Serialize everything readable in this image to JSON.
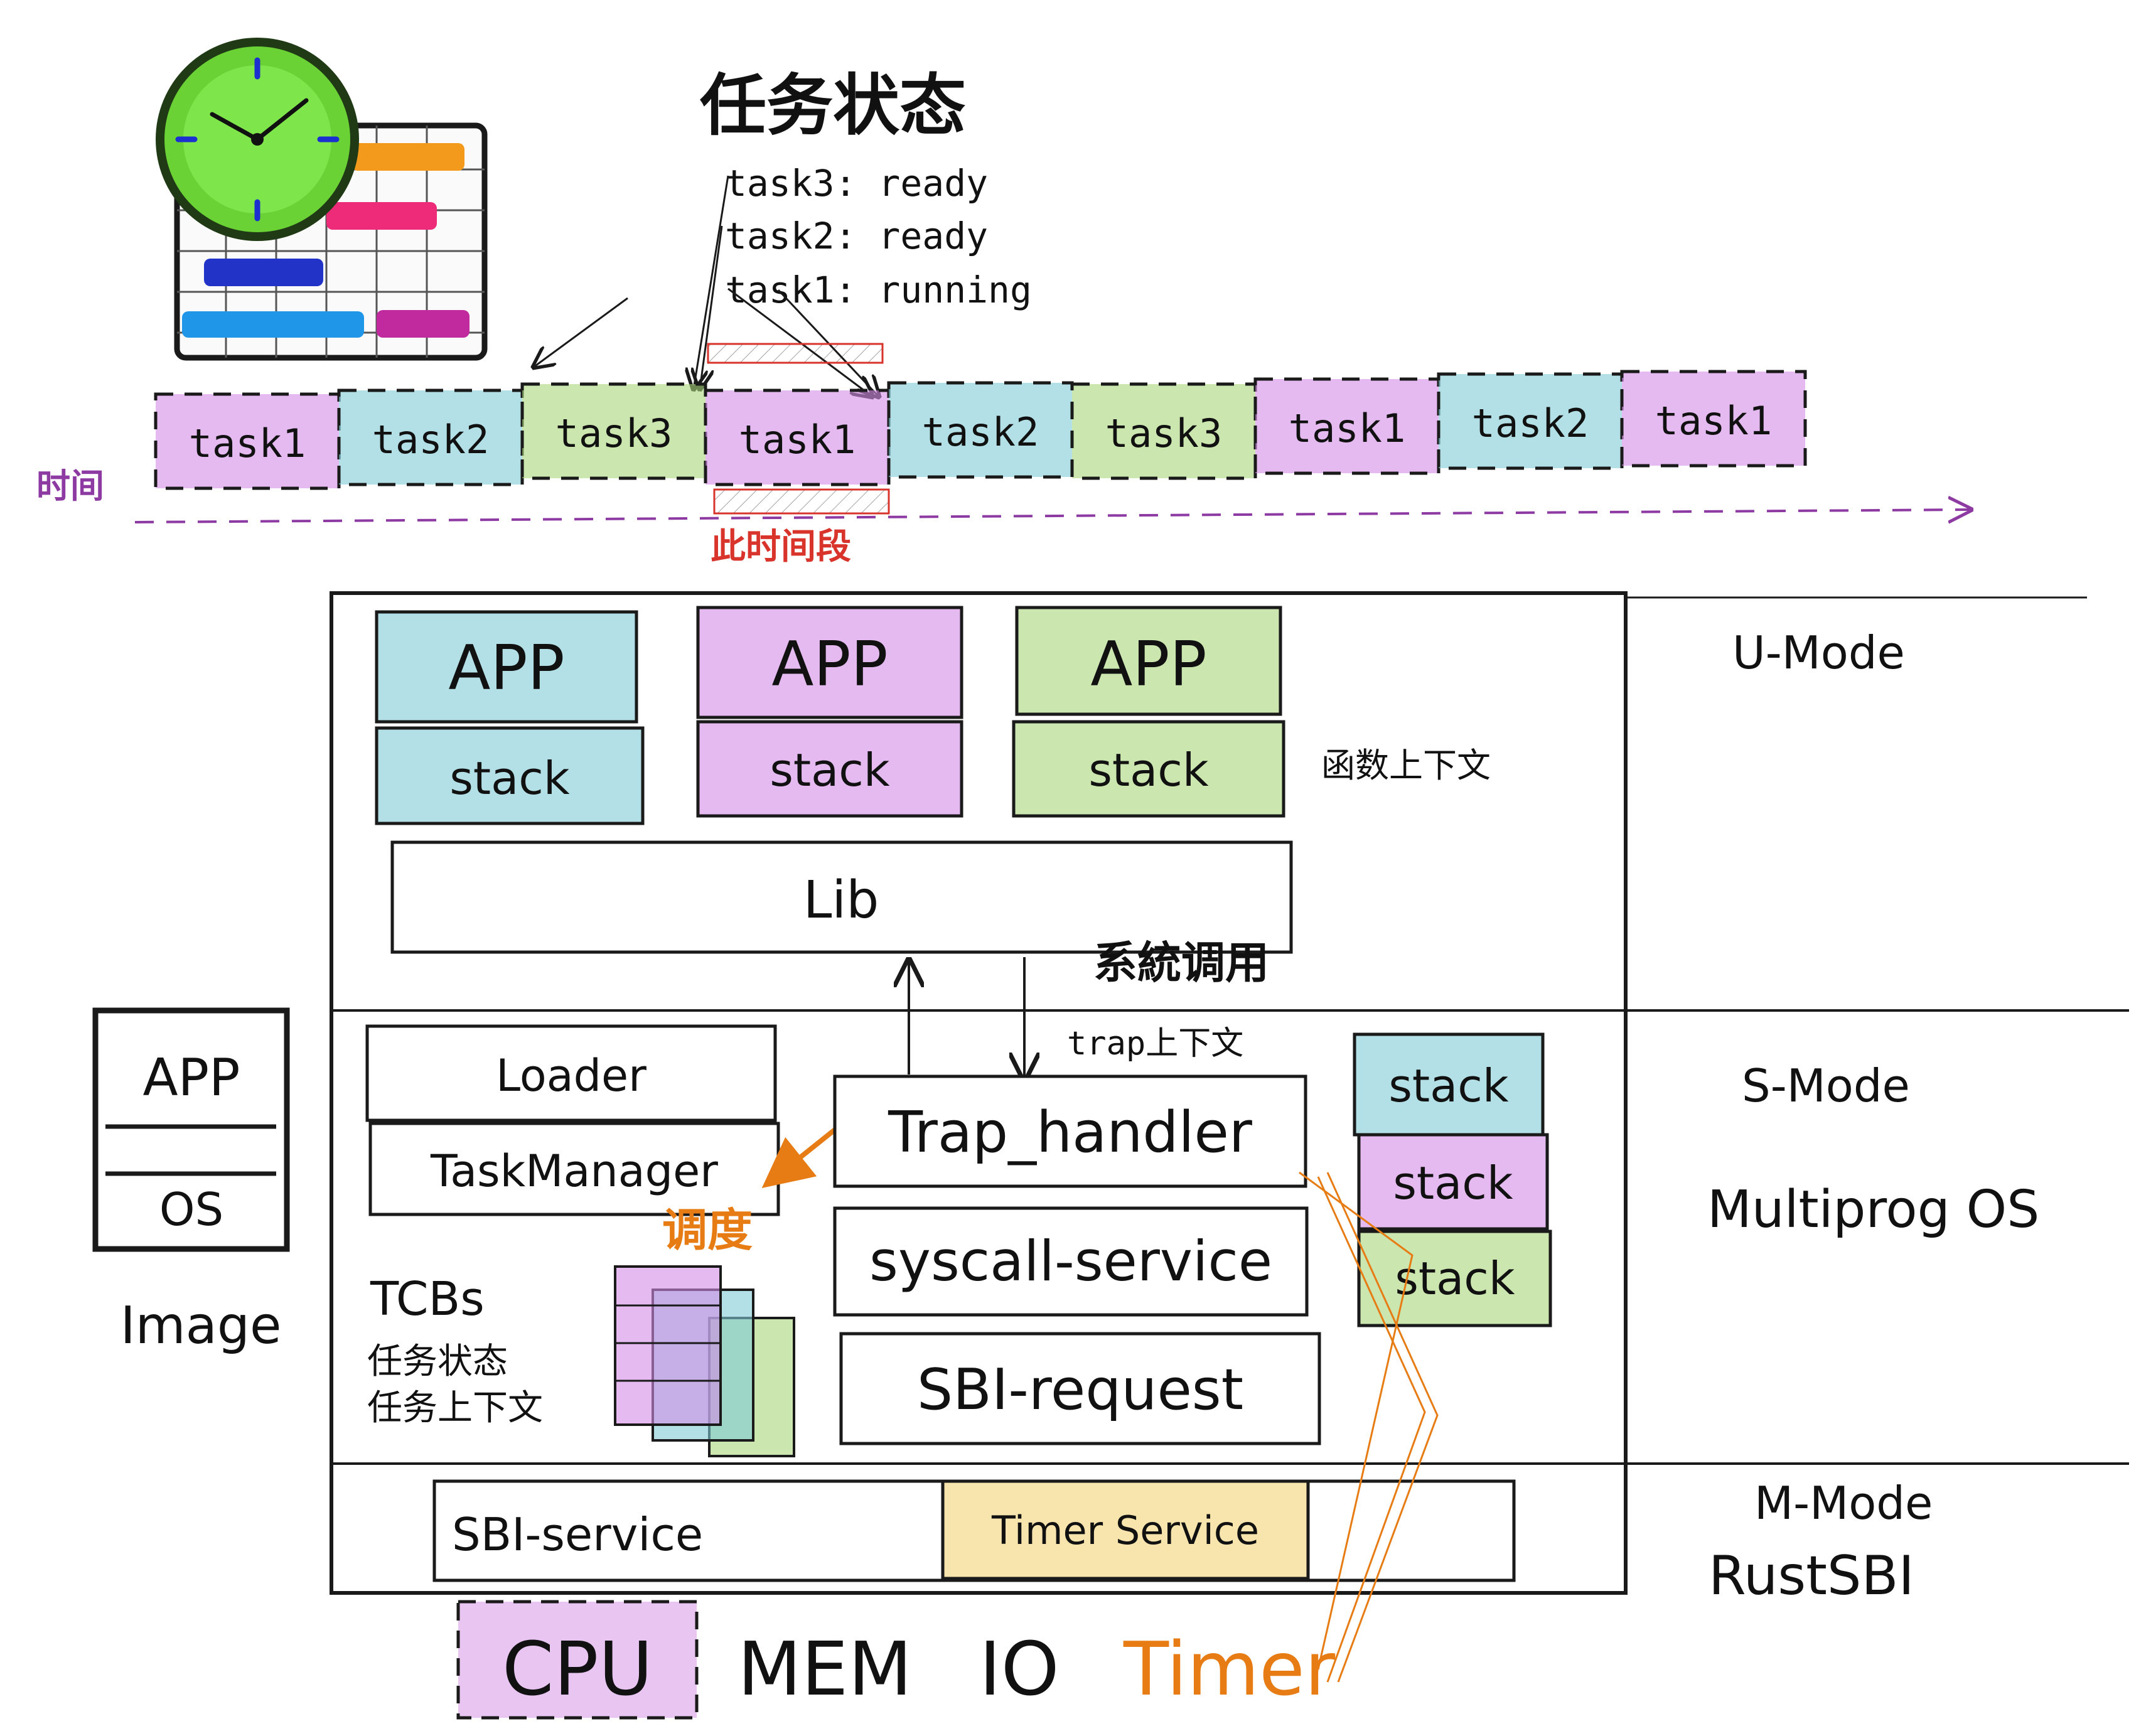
{
  "colors": {
    "cyan": "#7fcbd6",
    "purple": "#d48ce6",
    "green": "#a8d57a",
    "yellow": "#f3cf6b",
    "orange": "#e77c14",
    "violet": "#8e3aa3",
    "red": "#d9342b",
    "line": "#1a1a1a"
  },
  "header": {
    "title": "任务状态",
    "status_lines": [
      "task3: ready",
      "task2: ready",
      "task1: running"
    ]
  },
  "timeline": {
    "label": "时间",
    "period_label": "此时间段",
    "tasks": [
      {
        "label": "task1",
        "color": "purple"
      },
      {
        "label": "task2",
        "color": "cyan"
      },
      {
        "label": "task3",
        "color": "green"
      },
      {
        "label": "task1",
        "color": "purple"
      },
      {
        "label": "task2",
        "color": "cyan"
      },
      {
        "label": "task3",
        "color": "green"
      },
      {
        "label": "task1",
        "color": "purple"
      },
      {
        "label": "task2",
        "color": "cyan"
      },
      {
        "label": "task1",
        "color": "purple"
      }
    ]
  },
  "umode": {
    "apps": [
      {
        "app": "APP",
        "stack": "stack",
        "color": "cyan"
      },
      {
        "app": "APP",
        "stack": "stack",
        "color": "purple"
      },
      {
        "app": "APP",
        "stack": "stack",
        "color": "green"
      }
    ],
    "func_context": "函数上下文",
    "lib": "Lib",
    "syscall": "系統调用",
    "mode": "U-Mode"
  },
  "smode": {
    "trap_context": "trap上下文",
    "loader": "Loader",
    "task_manager": "TaskManager",
    "schedule": "调度",
    "tcbs": "TCBs",
    "tcbs_state": "任务状态",
    "tcbs_context": "任务上下文",
    "trap_handler": "Trap_handler",
    "syscall_service": "syscall-service",
    "sbi_request": "SBI-request",
    "stacks": [
      {
        "label": "stack",
        "color": "cyan"
      },
      {
        "label": "stack",
        "color": "purple"
      },
      {
        "label": "stack",
        "color": "green"
      }
    ],
    "mode": "S-Mode",
    "os": "Multiprog OS"
  },
  "mmode": {
    "sbi_service": "SBI-service",
    "timer_service": "Timer Service",
    "mode": "M-Mode",
    "sbi": "RustSBI"
  },
  "image": {
    "app": "APP",
    "os": "OS",
    "label": "Image"
  },
  "hardware": [
    "CPU",
    "MEM",
    "IO",
    "Timer"
  ]
}
